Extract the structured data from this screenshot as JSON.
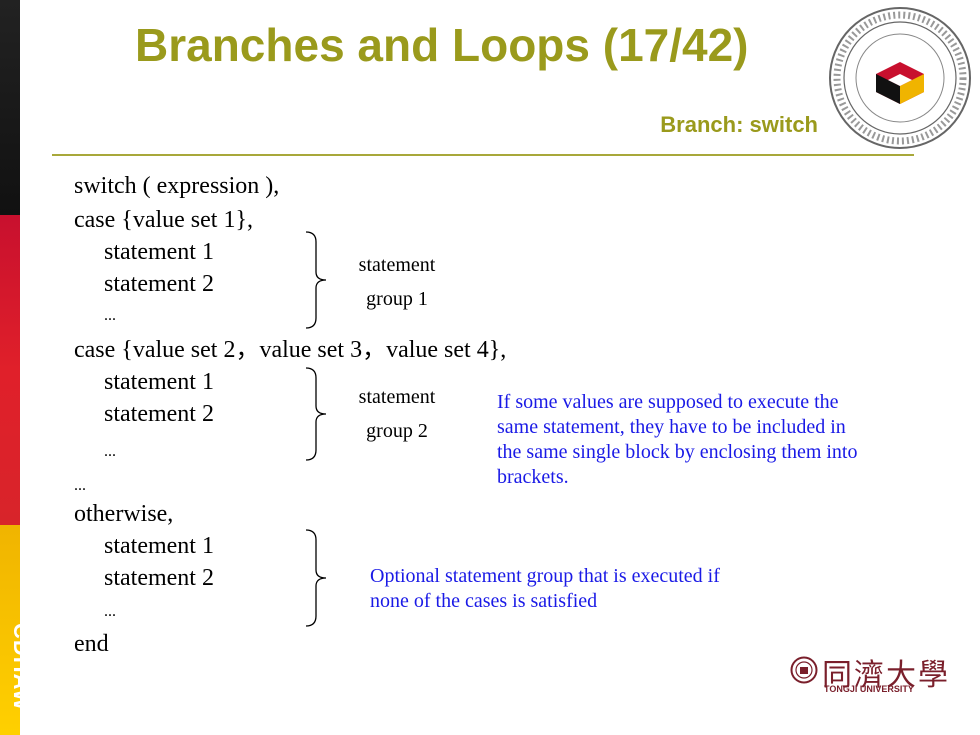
{
  "slide": {
    "title": "Branches and Loops (17/42)",
    "subtitle": "Branch: switch",
    "side_label": "CDHAW"
  },
  "code_lines": [
    "switch ( expression ),",
    "case {value set 1},",
    "statement 1",
    "statement 2",
    "...",
    "case {value set 2，value set 3，value set 4},",
    "statement 1",
    "statement 2",
    "...",
    "...",
    "otherwise,",
    "statement 1",
    "statement 2",
    "...",
    "end"
  ],
  "groups": {
    "group1": [
      "statement",
      "group 1"
    ],
    "group2": [
      "statement",
      "group 2"
    ]
  },
  "notes": {
    "values_note": [
      "If some values are supposed to execute the",
      "same statement, they have to be included in",
      "the same single block by enclosing them into",
      "brackets."
    ],
    "otherwise_note": [
      "Optional statement group that is executed if",
      "none of the cases is satisfied"
    ]
  },
  "university": {
    "name_cn": "同濟大學",
    "name_en": "TONGJI UNIVERSITY"
  },
  "colors": {
    "title": "#9a9a1c",
    "note": "#1a1ae6",
    "brand": "#7a1f2b"
  }
}
